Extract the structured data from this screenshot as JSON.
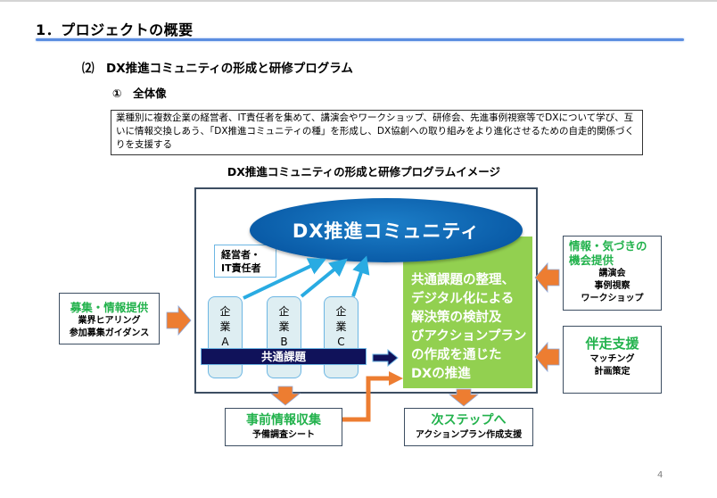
{
  "slide": {
    "heading": "1．プロジェクトの概要",
    "subheading": "⑵　DX推進コミュニティの形成と研修プログラム",
    "subsubheading": "①　全体像",
    "description": "業種別に複数企業の経営者、IT責任者を集めて、講演会やワークショップ、研修会、先進事例視察等でDXについて学び、互いに情報交換しあう、「DX推進コミュニティの種」を形成し、DX協創への取り組みをより進化させるための自走的関係づくりを支援する",
    "page_number": "4"
  },
  "diagram": {
    "title": "DX推進コミュニティの形成と研修プログラムイメージ",
    "community": "DX推進コミュニティ",
    "participants": [
      "経営者・",
      "IT責任者"
    ],
    "companies": [
      {
        "line1": "企",
        "line2": "業",
        "line3": "A"
      },
      {
        "line1": "企",
        "line2": "業",
        "line3": "B"
      },
      {
        "line1": "企",
        "line2": "業",
        "line3": "C"
      }
    ],
    "common_issue": "共通課題",
    "green_box": [
      "共通課題の整理、",
      "デジタル化による",
      "解決策の検討及",
      "びアクションプラン",
      "の作成を通じた",
      "DXの推進"
    ],
    "recruitment": {
      "title": "募集・情報提供",
      "items": [
        "業界ヒアリング",
        "参加募集ガイダンス"
      ]
    },
    "info_opportunity": {
      "title_line1": "情報・気づきの",
      "title_line2": "機会提供",
      "items": [
        "講演会",
        "事例視察",
        "ワークショップ"
      ]
    },
    "accompany": {
      "title": "伴走支援",
      "items": [
        "マッチング",
        "計画策定"
      ]
    },
    "pre_collection": {
      "title": "事前情報収集",
      "items": [
        "予備調査シート"
      ]
    },
    "next_step": {
      "title": "次ステップへ",
      "items": [
        "アクションプラン作成支援"
      ]
    },
    "colors": {
      "green_text": "#22b24c",
      "green_fill": "#92d050",
      "orange_arrow": "#ed7d31",
      "navy": "#10125a",
      "community_blue": "#0a5ca8",
      "light_blue": "#6db6e3"
    }
  }
}
